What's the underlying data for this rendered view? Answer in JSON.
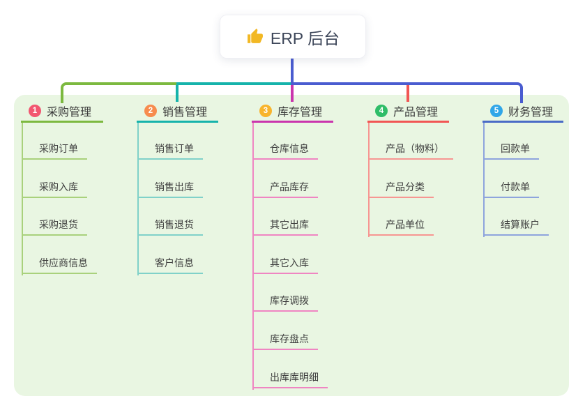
{
  "root": {
    "title": "ERP 后台",
    "icon": "thumbs-up-icon",
    "icon_color": "#f2b824",
    "text_color": "#3d4659"
  },
  "panel_bg": "#e9f6e2",
  "connector": {
    "root_line_color": "#4a5cd0"
  },
  "branches": [
    {
      "index": "1",
      "label": "采购管理",
      "badge_color": "#f25670",
      "line_color": "#7cb93f",
      "child_line_color": "#a9d17c",
      "children": [
        "采购订单",
        "采购入库",
        "采购退货",
        "供应商信息"
      ]
    },
    {
      "index": "2",
      "label": "销售管理",
      "badge_color": "#f78c4e",
      "line_color": "#16b3ab",
      "child_line_color": "#80d1c9",
      "children": [
        "销售订单",
        "销售出库",
        "销售退货",
        "客户信息"
      ]
    },
    {
      "index": "3",
      "label": "库存管理",
      "badge_color": "#f8b42c",
      "line_color": "#ca35ad",
      "child_line_color": "#ef85c2",
      "children": [
        "仓库信息",
        "产品库存",
        "其它出库",
        "其它入库",
        "库存调拨",
        "库存盘点",
        "出库库明细"
      ]
    },
    {
      "index": "4",
      "label": "产品管理",
      "badge_color": "#2fbd68",
      "line_color": "#f15654",
      "child_line_color": "#f79692",
      "children": [
        "产品（物料）",
        "产品分类",
        "产品单位"
      ]
    },
    {
      "index": "5",
      "label": "财务管理",
      "badge_color": "#30a6e8",
      "line_color": "#4a6bc6",
      "child_line_color": "#8ea4dd",
      "children": [
        "回款单",
        "付款单",
        "结算账户"
      ]
    }
  ]
}
